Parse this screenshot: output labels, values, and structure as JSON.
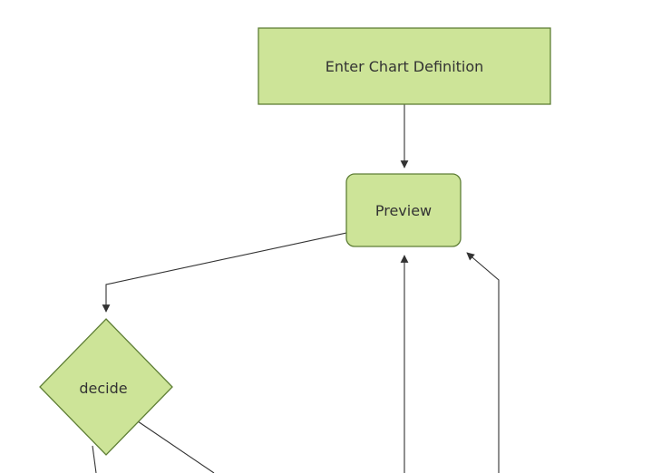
{
  "diagram": {
    "type": "flowchart",
    "direction": "top-down",
    "nodes": [
      {
        "id": "A",
        "label": "Enter Chart Definition",
        "shape": "rectangle"
      },
      {
        "id": "B",
        "label": "Preview",
        "shape": "rounded-rectangle"
      },
      {
        "id": "C",
        "label": "decide",
        "shape": "diamond"
      }
    ],
    "edges": [
      {
        "from": "A",
        "to": "B",
        "label": ""
      },
      {
        "from": "B",
        "to": "C",
        "label": ""
      },
      {
        "from": "offscreen-bottom",
        "to": "B",
        "label": ""
      },
      {
        "from": "offscreen-bottom-right",
        "to": "B",
        "label": ""
      },
      {
        "from": "C",
        "to": "offscreen-bottom-left",
        "label": ""
      },
      {
        "from": "C",
        "to": "offscreen-bottom-right",
        "label": ""
      }
    ]
  },
  "colors": {
    "background": "#ffffff",
    "node_fill": "#cde498",
    "node_stroke": "#5e7e35",
    "edge": "#333333",
    "text": "#333333"
  }
}
